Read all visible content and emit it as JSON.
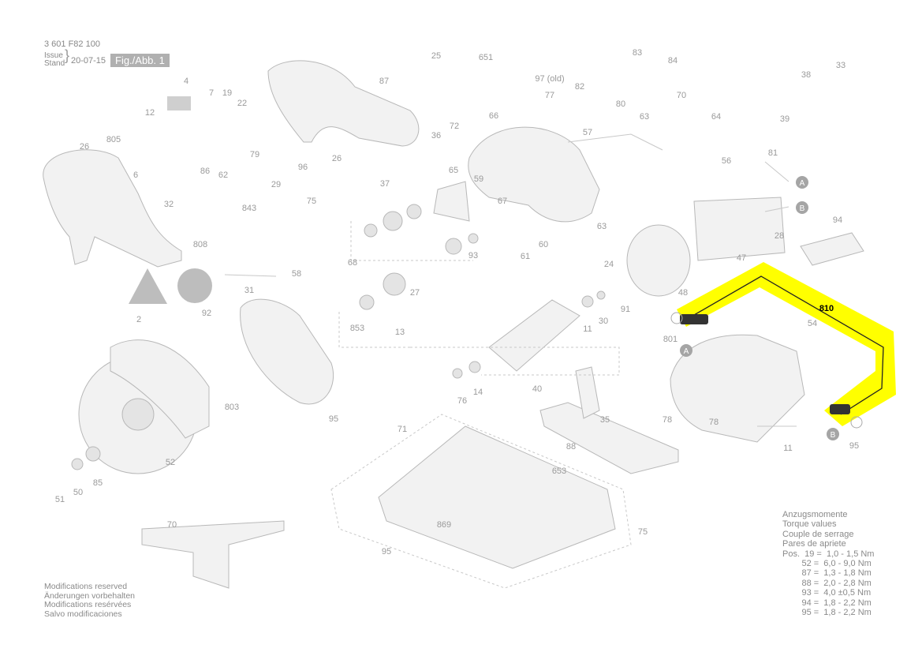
{
  "header": {
    "part_number": "3 601 F82 100",
    "issue_label": "Issue",
    "stand_label": "Stand",
    "date": "20-07-15",
    "figure_label": "Fig./Abb. 1"
  },
  "footer": {
    "lines": [
      "Modifications reserved",
      "Änderungen vorbehalten",
      "Modifications resérvées",
      "Salvo modificaciones"
    ]
  },
  "torque": {
    "titles": [
      "Anzugsmomente",
      "Torque values",
      "Couple de serrage",
      "Pares de apriete"
    ],
    "rows": [
      "Pos.  19 =  1,0 - 1,5 Nm",
      "        52 =  6,0 - 9,0 Nm",
      "        87 =  1,3 - 1,8 Nm",
      "        88 =  2,0 - 2,8 Nm",
      "        93 =  4,0 ±0,5 Nm",
      "        94 =  1,8 - 2,2 Nm",
      "        95 =  1,8 - 2,2 Nm"
    ]
  },
  "highlight": {
    "part": "810",
    "color": "#ffff00"
  },
  "connector_markers": [
    "A",
    "B"
  ],
  "part_labels": [
    "25",
    "651",
    "83",
    "84",
    "33",
    "4",
    "7",
    "19",
    "22",
    "87",
    "97 (old)",
    "77",
    "82",
    "80",
    "38",
    "12",
    "79",
    "70",
    "26",
    "805",
    "86",
    "72",
    "66",
    "63",
    "64",
    "6",
    "36",
    "57",
    "39",
    "96",
    "62",
    "29",
    "26",
    "32",
    "81",
    "28",
    "75",
    "65",
    "59",
    "843",
    "37",
    "67",
    "63",
    "56",
    "808",
    "94",
    "68",
    "2",
    "47",
    "93",
    "61",
    "60",
    "58",
    "31",
    "24",
    "48",
    "27",
    "91",
    "92",
    "853",
    "13",
    "30",
    "11",
    "801",
    "54",
    "803",
    "40",
    "14",
    "76",
    "95",
    "71",
    "35",
    "78",
    "78",
    "88",
    "11",
    "95",
    "52",
    "51",
    "50",
    "85",
    "653",
    "70",
    "869",
    "95",
    "75"
  ]
}
